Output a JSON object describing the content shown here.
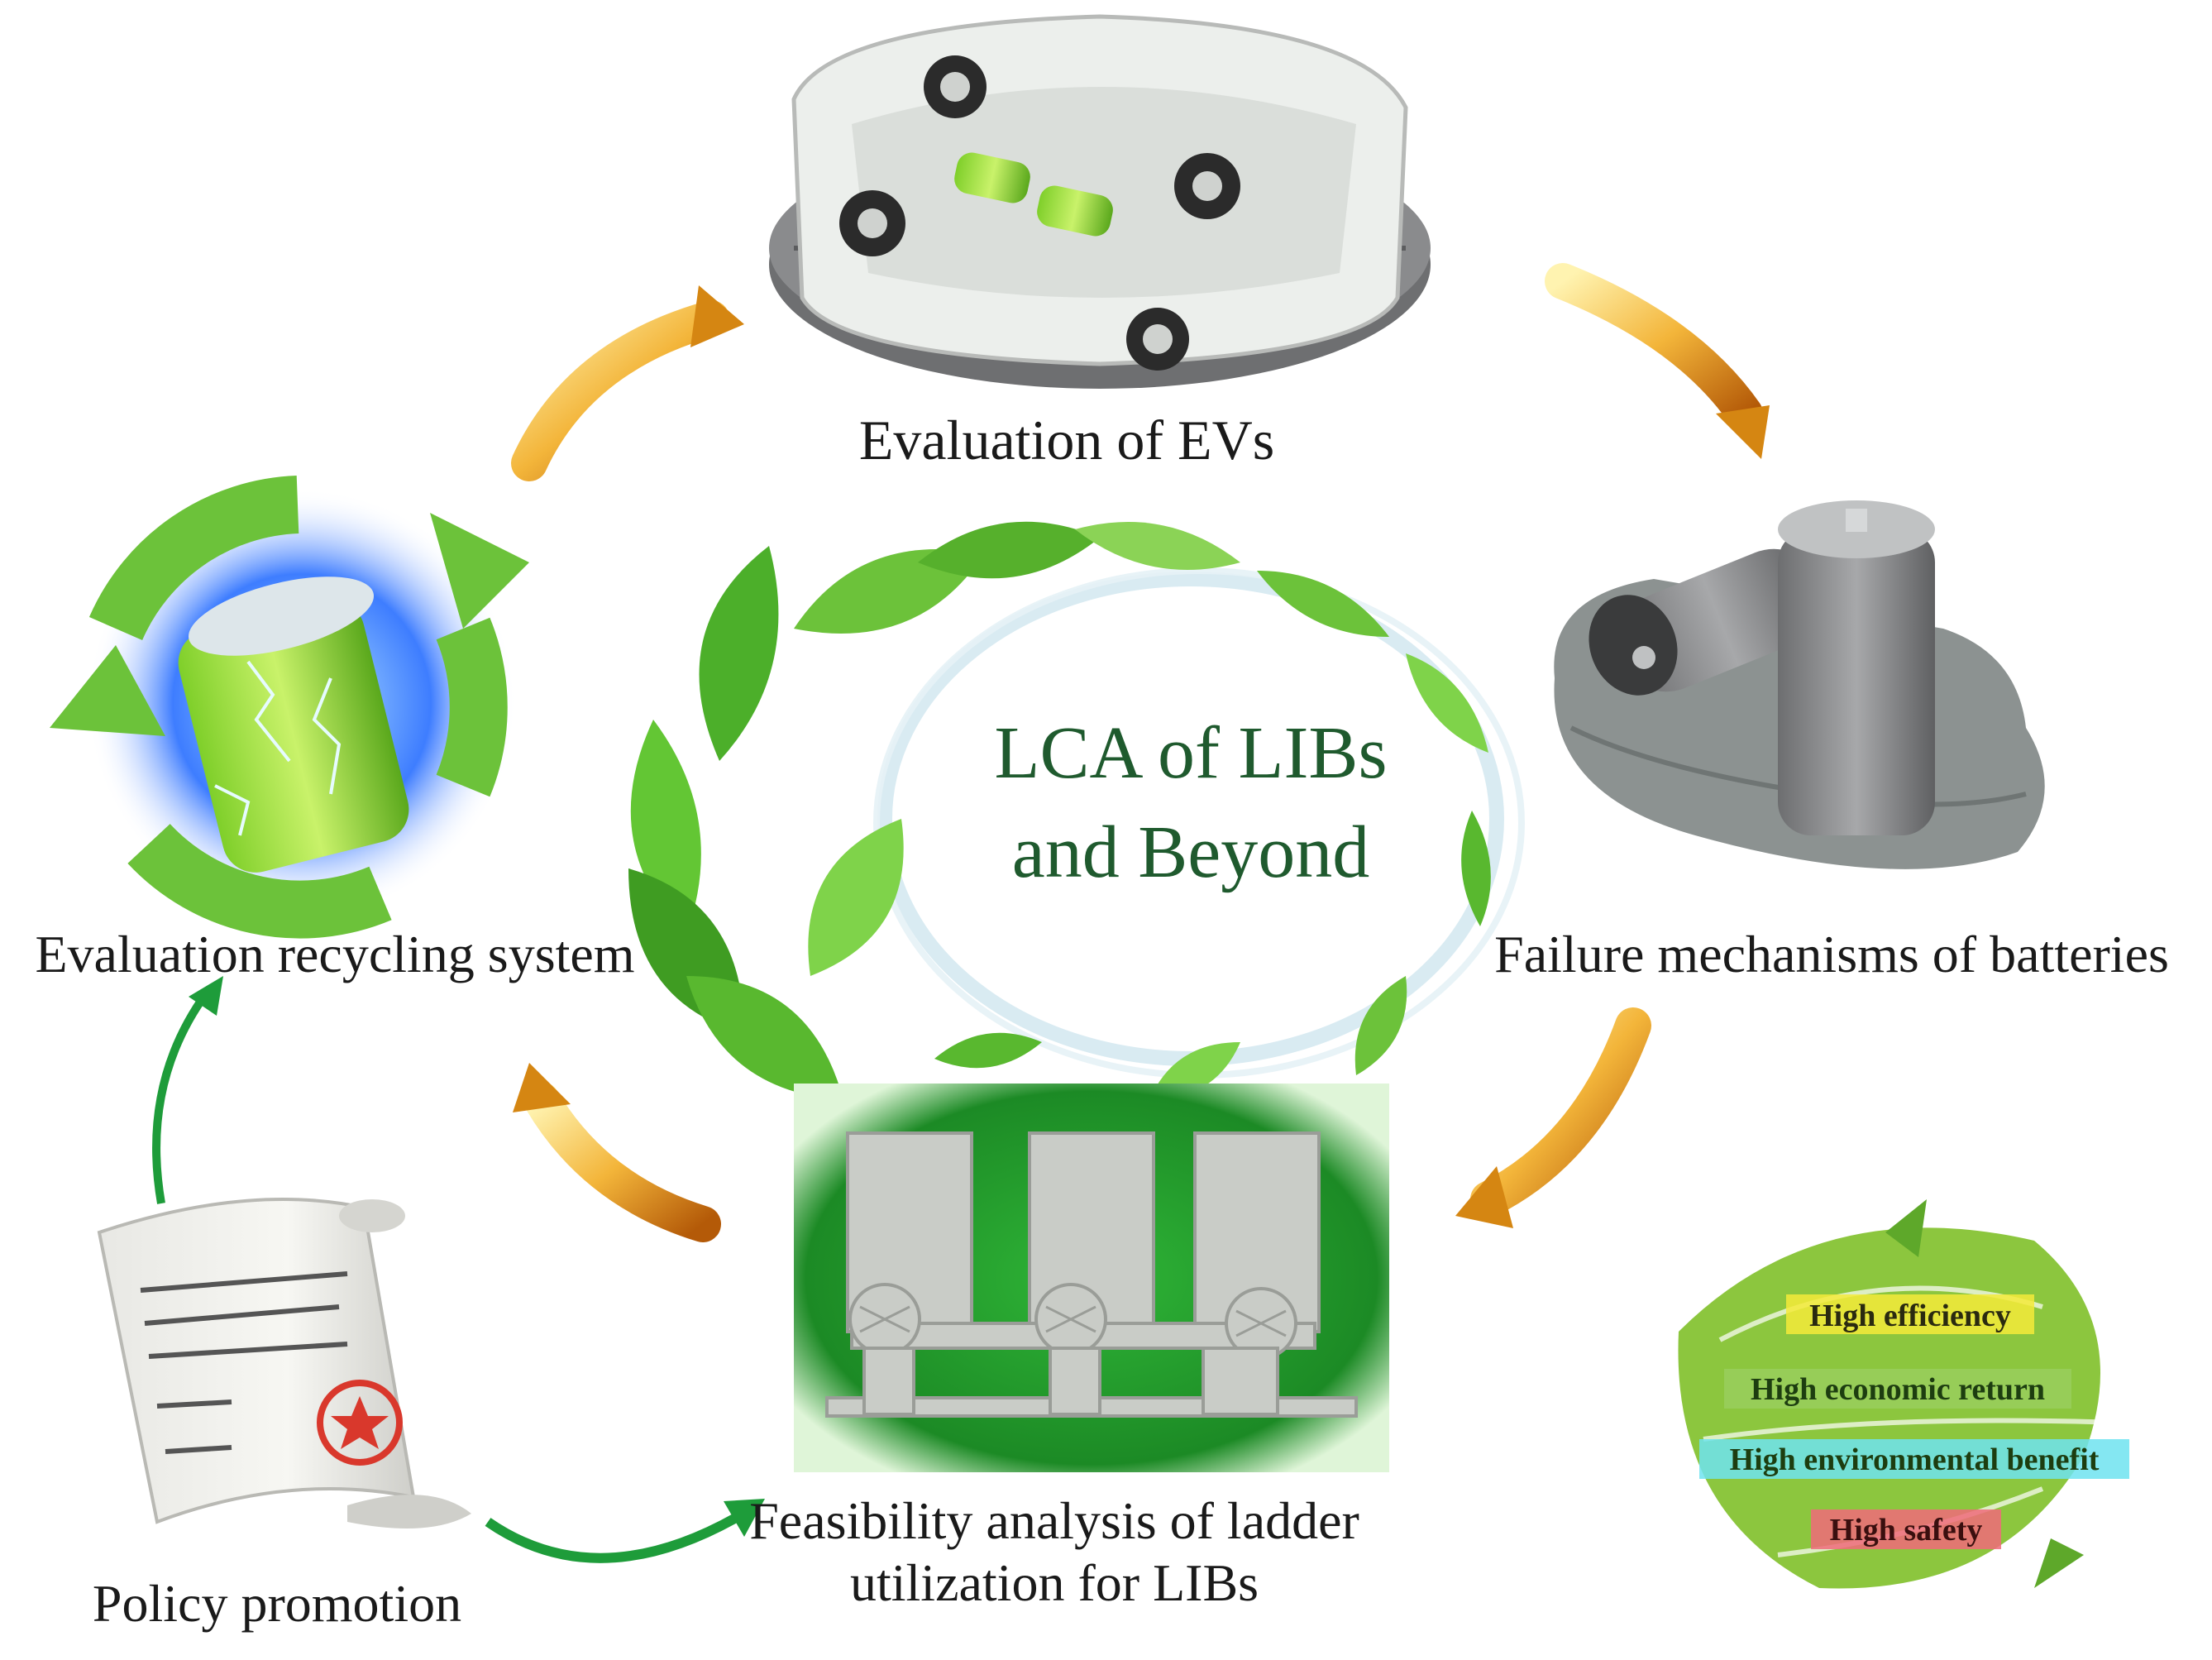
{
  "center": {
    "line1": "LCA of LIBs",
    "line2": "and Beyond"
  },
  "nodes": {
    "evs": "Evaluation of EVs",
    "failure": "Failure mechanisms of batteries",
    "ladder_line1": "Feasibility analysis of ladder",
    "ladder_line2": "utilization for LIBs",
    "recycling": "Evaluation recycling system",
    "policy": "Policy promotion"
  },
  "benefits": [
    {
      "label": "High efficiency",
      "highlight": "#f5ea3a"
    },
    {
      "label": "High economic return",
      "highlight": "#9fd26a"
    },
    {
      "label": "High environmental benefit",
      "highlight": "#6fe3f0"
    },
    {
      "label": "High safety",
      "highlight": "#f06a7a"
    }
  ],
  "colors": {
    "cycle_arrow": "#e89a1c",
    "policy_arrow": "#1e9c3a",
    "leaf_green": "#6cc23a",
    "title_green": "#1f5a2e"
  },
  "icons": [
    "electric-car-icon",
    "battery-cylinders-icon",
    "second-life-equipment-icon",
    "battery-recycling-icon",
    "policy-document-icon",
    "benefit-leaf-icon"
  ]
}
